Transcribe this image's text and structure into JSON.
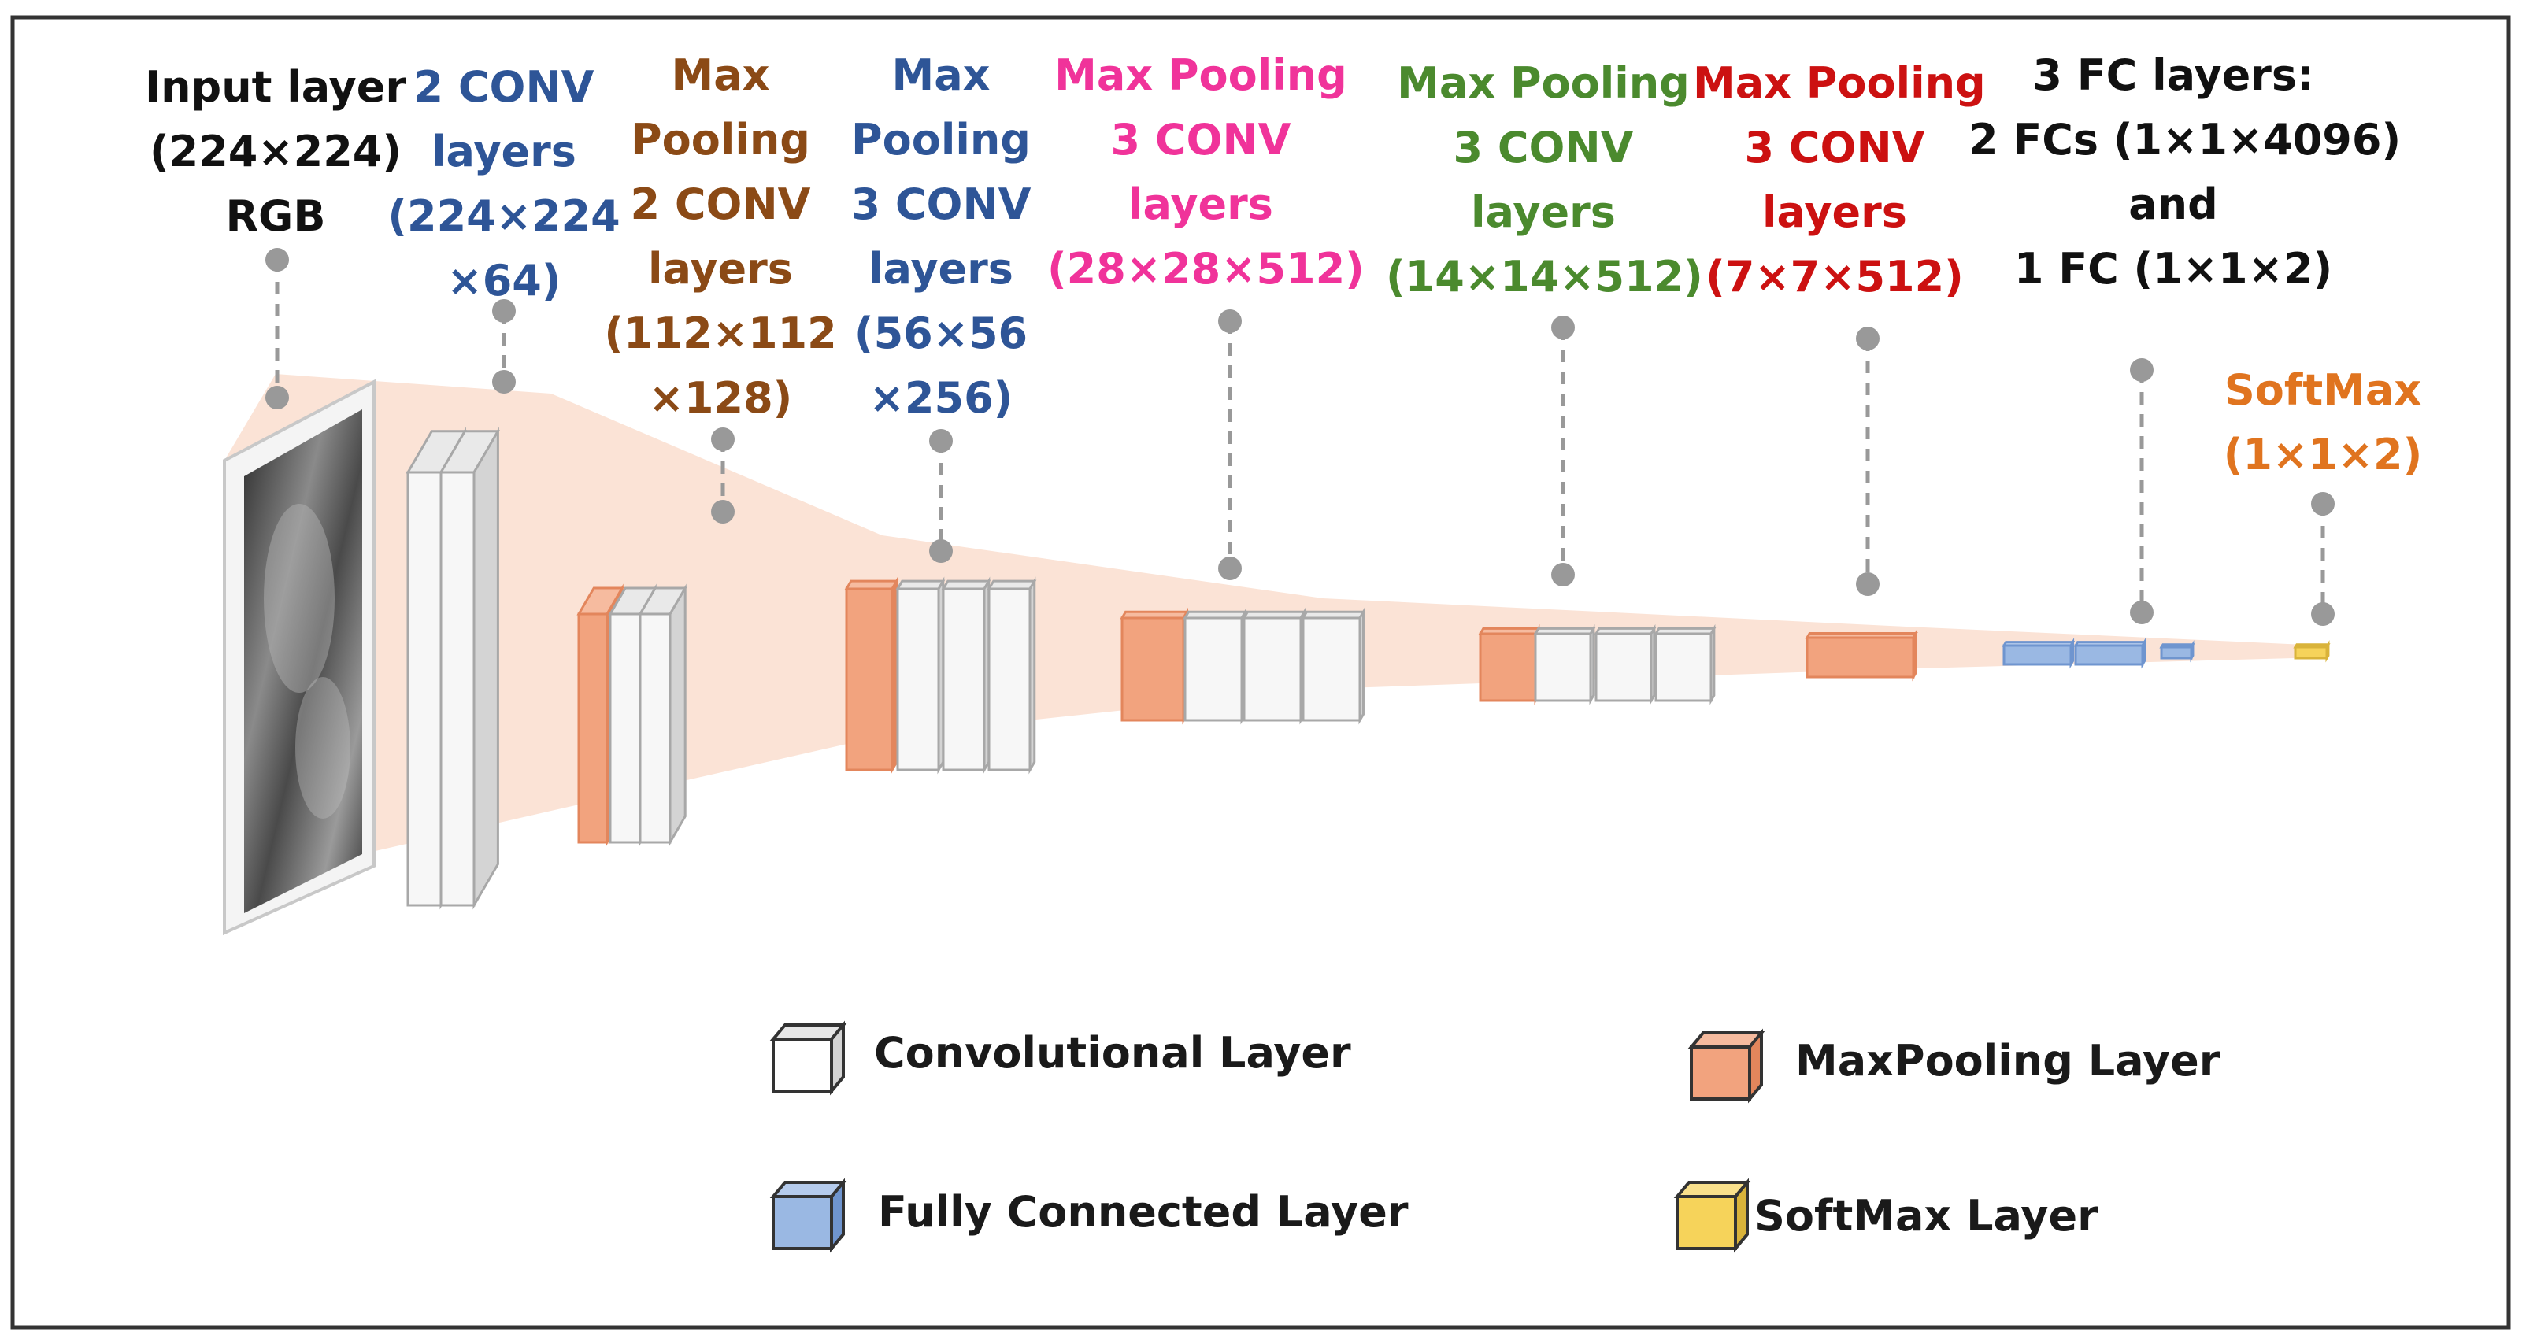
{
  "colors": {
    "conv_face": "#f7f7f7",
    "conv_side": "#d4d4d4",
    "pool_face": "#f2a37e",
    "pool_side": "#e3865c",
    "fc_face": "#9ab8e3",
    "fc_side": "#6f95cf",
    "softmax_face": "#f6d35a",
    "softmax_side": "#d9b33a",
    "funnel": "#fbe3d6",
    "connector": "#999999",
    "frame": "#333333"
  },
  "labels": [
    {
      "lines": [
        "Input layer",
        "(224×224)",
        "RGB"
      ],
      "color": "#111111"
    },
    {
      "lines": [
        "2 CONV",
        "layers",
        "(224×224",
        "×64)"
      ],
      "color": "#2e5597"
    },
    {
      "lines": [
        "Max",
        "Pooling",
        "2 CONV",
        "layers",
        "(112×112",
        "×128)"
      ],
      "color": "#8b4a16"
    },
    {
      "lines": [
        "Max",
        "Pooling",
        "3 CONV",
        "layers",
        "(56×56",
        "×256)"
      ],
      "color": "#2e5597"
    },
    {
      "lines": [
        "Max Pooling",
        "3 CONV",
        "layers",
        "(28×28×512)"
      ],
      "color": "#f0339a"
    },
    {
      "lines": [
        "Max Pooling",
        "3 CONV",
        "layers",
        "(14×14×512)"
      ],
      "color": "#4b8a2e"
    },
    {
      "lines": [
        "Max Pooling",
        "3 CONV",
        "layers",
        "(7×7×512)"
      ],
      "color": "#cc1111"
    },
    {
      "lines": [
        "3 FC layers:",
        "2 FCs (1×1×4096)",
        "and",
        "1 FC (1×1×2)"
      ],
      "color": "#111111"
    },
    {
      "lines": [
        "SoftMax",
        "(1×1×2)"
      ],
      "color": "#e0741f"
    }
  ],
  "legend": {
    "conv": "Convolutional Layer",
    "pool": "MaxPooling Layer",
    "fc": "Fully Connected Layer",
    "softmax": "SoftMax Layer"
  }
}
